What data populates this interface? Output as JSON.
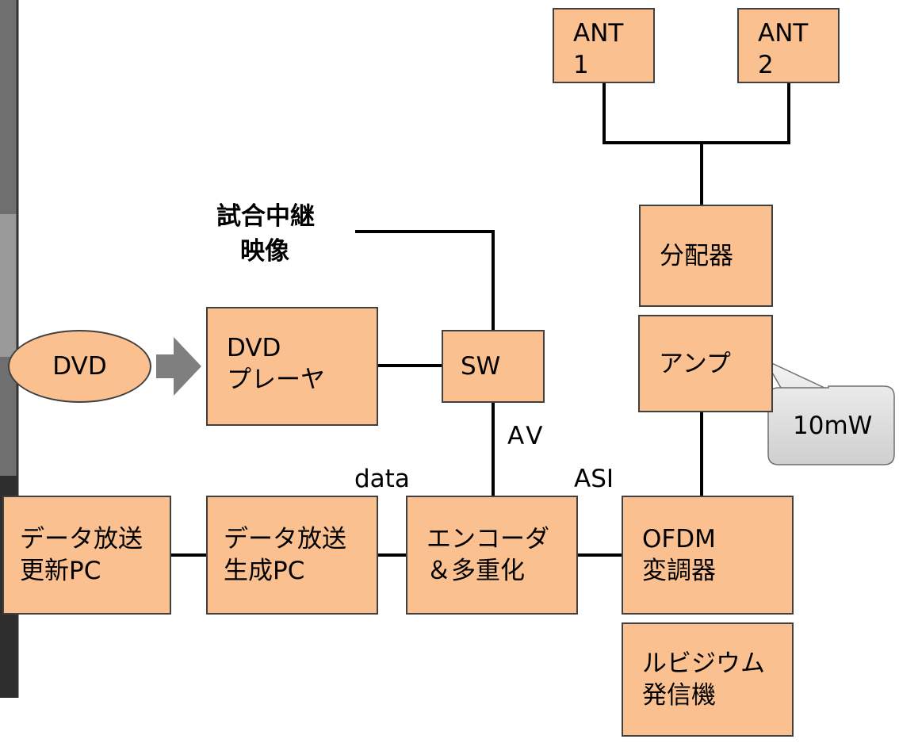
{
  "nodes": {
    "ant1": [
      "ANT",
      "1"
    ],
    "ant2": [
      "ANT",
      "2"
    ],
    "splitter": [
      "分配器"
    ],
    "amp": [
      "アンプ"
    ],
    "ofdm": [
      "OFDM",
      "変調器"
    ],
    "rubidium": [
      "ルビジウム",
      "発信機"
    ],
    "encoder": [
      "エンコーダ",
      "＆多重化"
    ],
    "sw": [
      "SW"
    ],
    "dvd_player": [
      "DVD",
      "プレーヤ"
    ],
    "dvd": [
      "DVD"
    ],
    "data_gen_pc": [
      "データ放送",
      "生成PC"
    ],
    "data_update_pc": [
      "データ放送",
      "更新PC"
    ]
  },
  "labels": {
    "relay_video": [
      "試合中継",
      "映像"
    ],
    "av": "AV",
    "data": "data",
    "asi": "ASI",
    "power": "10mW"
  },
  "colors": {
    "box_fill": "#fac090",
    "box_border": "#404040",
    "line": "#000000",
    "arrow": "#7f7f7f",
    "callout_fill": "#e5e5e5"
  }
}
